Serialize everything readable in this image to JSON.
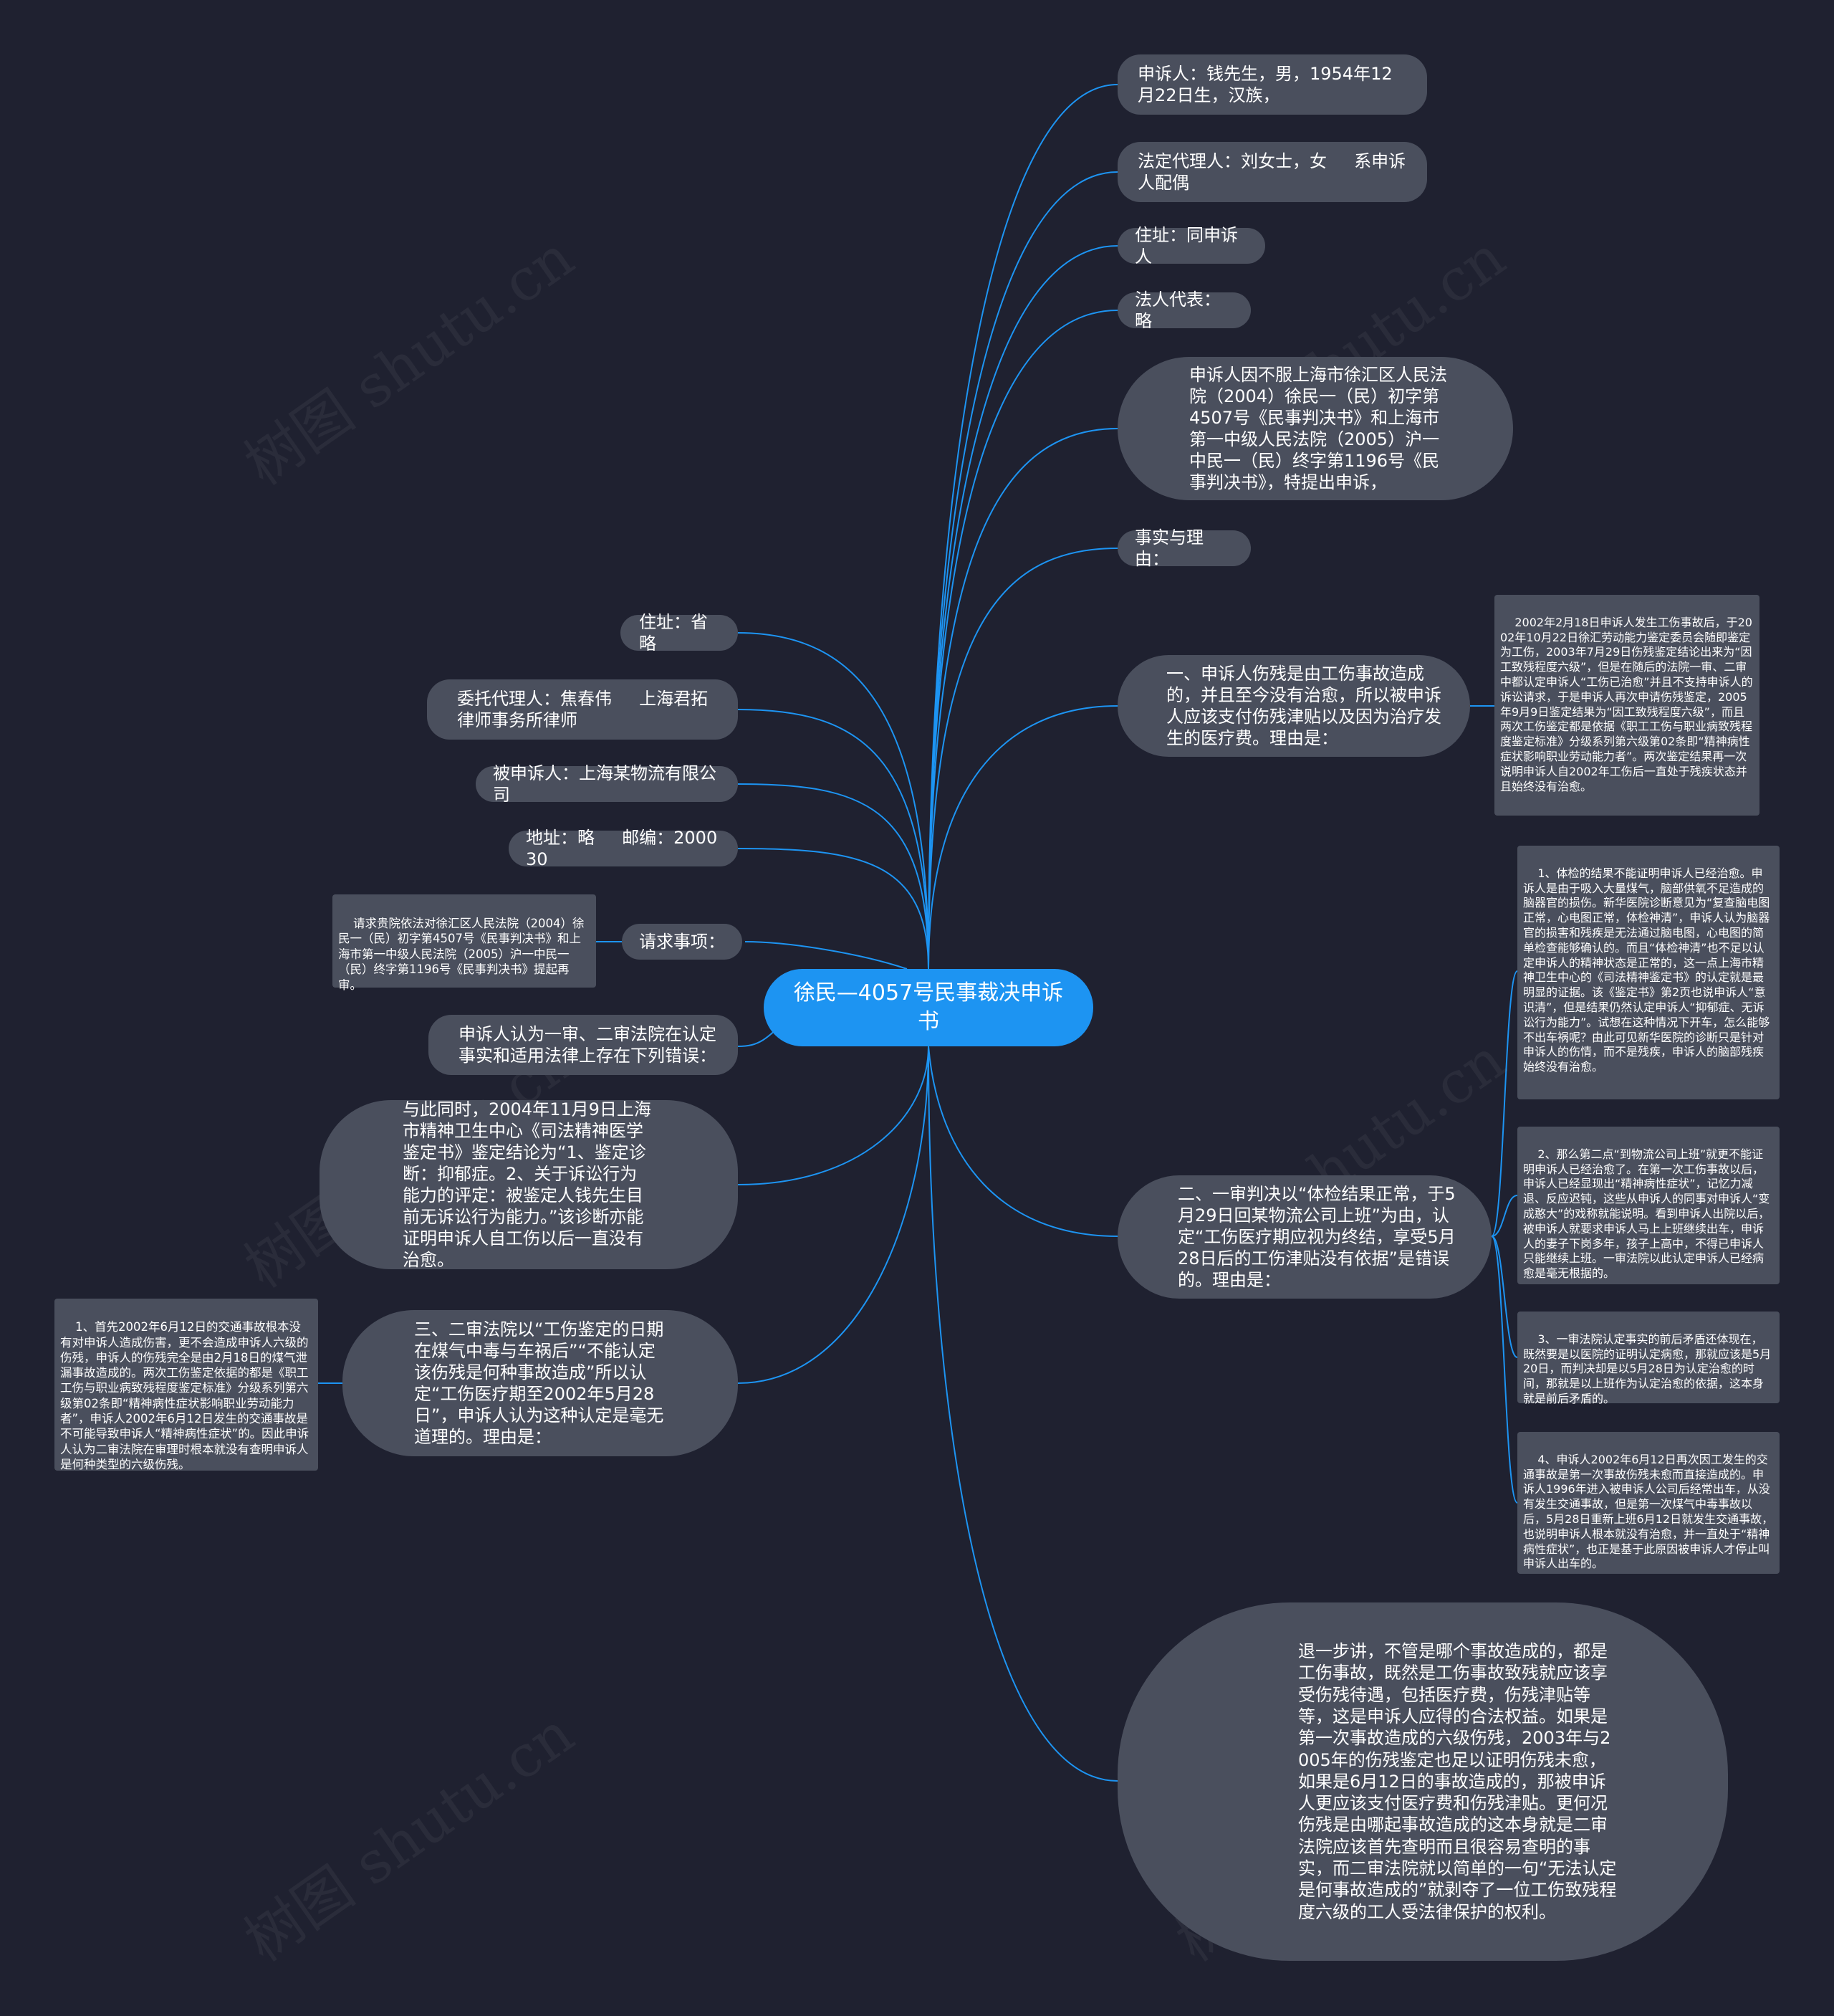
{
  "root": {
    "title": "徐民—4057号民事裁决申诉书"
  },
  "right": {
    "applicant": "申诉人：钱先生，男，1954年12月22日生，汉族，",
    "legal_agent": "法定代理人：刘女士，女     系申诉人配偶",
    "residence": "住址：同申诉人",
    "legal_rep": "法人代表：略",
    "reason_intro": "申诉人因不服上海市徐汇区人民法院（2004）徐民一（民）初字第4507号《民事判决书》和上海市第一中级人民法院（2005）沪一中民一（民）终字第1196号《民事判决书》，特提出申诉，",
    "facts": "事实与理由：",
    "point1": "一、申诉人伤残是由工伤事故造成的，并且至今没有治愈，所以被申诉人应该支付伤残津贴以及因为治疗发生的医疗费。理由是：",
    "point1_note": "2002年2月18日申诉人发生工伤事故后，于2002年10月22日徐汇劳动能力鉴定委员会随即鉴定为工伤，2003年7月29日伤残鉴定结论出来为“因工致残程度六级”，但是在随后的法院一审、二审中都认定申诉人“工伤已治愈”并且不支持申诉人的诉讼请求，于是申诉人再次申请伤残鉴定，2005年9月9日鉴定结果为“因工致残程度六级”，而且两次工伤鉴定都是依据《职工工伤与职业病致残程度鉴定标准》分级系列第六级第02条即“精神病性症状影响职业劳动能力者”。两次鉴定结果再一次说明申诉人自2002年工伤后一直处于残疾状态并且始终没有治愈。",
    "point2": "二、一审判决以“体检结果正常，于5月29日回某物流公司上班”为由，认定“工伤医疗期应视为终结，享受5月28日后的工伤津贴没有依据”是错误的。理由是：",
    "point2_notes": [
      "1、体检的结果不能证明申诉人已经治愈。申诉人是由于吸入大量煤气，脑部供氧不足造成的脑器官的损伤。新华医院诊断意见为“复查脑电图正常，心电图正常，体检神清”，申诉人认为脑器官的损害和残疾是无法通过脑电图，心电图的简单检查能够确认的。而且“体检神清”也不足以认定申诉人的精神状态是正常的，这一点上海市精神卫生中心的《司法精神鉴定书》的认定就是最明显的证据。该《鉴定书》第2页也说申诉人“意识清”，但是结果仍然认定申诉人“抑郁症、无诉讼行为能力”。试想在这种情况下开车，怎么能够不出车祸呢？由此可见新华医院的诊断只是针对申诉人的伤情，而不是残疾，申诉人的脑部残疾始终没有治愈。",
      "2、那么第二点“到物流公司上班”就更不能证明申诉人已经治愈了。在第一次工伤事故以后，申诉人已经显现出“精神病性症状”，记忆力减退、反应迟钝，这些从申诉人的同事对申诉人“变成憨大”的戏称就能说明。看到申诉人出院以后，被申诉人就要求申诉人马上上班继续出车，申诉人的妻子下岗多年，孩子上高中，不得已申诉人只能继续上班。一审法院以此认定申诉人已经病愈是毫无根据的。",
      "3、一审法院认定事实的前后矛盾还体现在，既然要是以医院的证明认定病愈，那就应该是5月20日，而判决却是以5月28日为认定治愈的时间，那就是以上班作为认定治愈的依据，这本身就是前后矛盾的。",
      "4、申诉人2002年6月12日再次因工发生的交通事故是第一次事故伤残未愈而直接造成的。申诉人1996年进入被申诉人公司后经常出车，从没有发生交通事故，但是第一次煤气中毒事故以后，5月28日重新上班6月12日就发生交通事故，也说明申诉人根本就没有治愈，并一直处于“精神病性症状”，也正是基于此原因被申诉人才停止叫申诉人出车的。"
    ],
    "step_back": "退一步讲，不管是哪个事故造成的，都是工伤事故，既然是工伤事故致残就应该享受伤残待遇，包括医疗费，伤残津贴等等，这是申诉人应得的合法权益。如果是第一次事故造成的六级伤残，2003年与2005年的伤残鉴定也足以证明伤残未愈，如果是6月12日的事故造成的，那被申诉人更应该支付医疗费和伤残津贴。更何况伤残是由哪起事故造成的这本身就是二审法院应该首先查明而且很容易查明的事实，而二审法院就以简单的一句“无法认定是何事故造成的”就剥夺了一位工伤致残程度六级的工人受法律保护的权利。"
  },
  "left": {
    "address": "住址：省略",
    "agent": "委托代理人：焦春伟     上海君拓律师事务所律师",
    "respondent": "被申诉人：上海某物流有限公司",
    "postcode": "地址：略     邮编：200030",
    "request_label": "请求事项：",
    "request_note": "请求贵院依法对徐汇区人民法院（2004）徐民一（民）初字第4507号《民事判决书》和上海市第一中级人民法院（2005）沪一中民一（民）终字第1196号《民事判决书》提起再审。",
    "errors": "申诉人认为一审、二审法院在认定事实和适用法律上存在下列错误：",
    "meanwhile": "与此同时，2004年11月9日上海市精神卫生中心《司法精神医学鉴定书》鉴定结论为“1、鉴定诊断：抑郁症。2、关于诉讼行为能力的评定：被鉴定人钱先生目前无诉讼行为能力。”该诊断亦能证明申诉人自工伤以后一直没有治愈。",
    "point3": "三、二审法院以“工伤鉴定的日期在煤气中毒与车祸后”“不能认定该伤残是何种事故造成”所以认定“工伤医疗期至2002年5月28日”，申诉人认为这种认定是毫无道理的。理由是：",
    "point3_note": "1、首先2002年6月12日的交通事故根本没有对申诉人造成伤害，更不会造成申诉人六级的伤残，申诉人的伤残完全是由2月18日的煤气泄漏事故造成的。两次工伤鉴定依据的都是《职工工伤与职业病致残程度鉴定标准》分级系列第六级第02条即“精神病性症状影响职业劳动能力者”，申诉人2002年6月12日发生的交通事故是不可能导致申诉人“精神病性症状”的。因此申诉人认为二审法院在审理时根本就没有查明申诉人是何种类型的六级伤残。"
  },
  "watermark": "树图 shutu.cn",
  "colors": {
    "background": "#1f2130",
    "node": "#4a4f5d",
    "root": "#1d94f2",
    "link": "#1d94f2"
  }
}
